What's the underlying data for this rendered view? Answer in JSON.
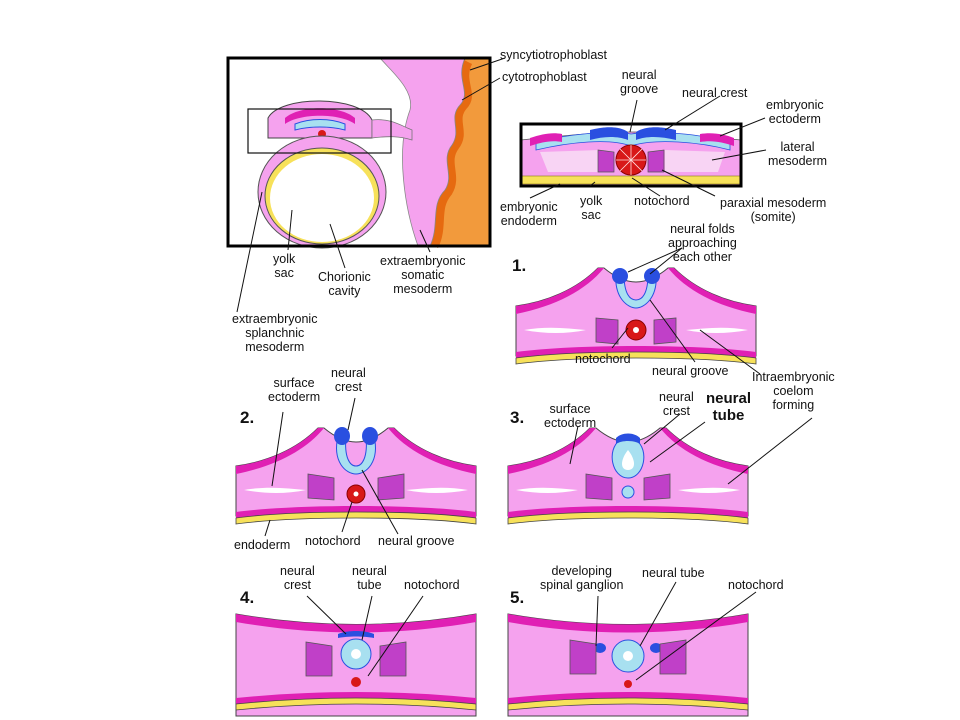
{
  "colors": {
    "pink": "#f5a2ee",
    "magenta": "#e020b4",
    "light_pink": "#f8d4f4",
    "neural_blue": "#2a4fe0",
    "neural_light_blue": "#a8e0f0",
    "notochord_red": "#d81818",
    "yolk_yellow": "#f7e15a",
    "decidua_orange": "#f29a3c",
    "decidua_dark_orange": "#e66a10"
  },
  "labels": {
    "syncytiotrophoblast": "syncytiotrophoblast",
    "cytotrophoblast": "cytotrophoblast",
    "top_neural_groove": "neural\ngroove",
    "top_neural_crest": "neural crest",
    "embryonic_ectoderm": "embryonic\nectoderm",
    "lateral_mesoderm": "lateral\nmesoderm",
    "paraxial_mesoderm": "paraxial mesoderm\n(somite)",
    "top_notochord": "notochord",
    "top_yolk_sac": "yolk\nsac",
    "embryonic_endoderm": "embryonic\nendoderm",
    "yolk_sac": "yolk\nsac",
    "chorionic_cavity": "Chorionic\ncavity",
    "extraembryonic_somatic": "extraembryonic\nsomatic\nmesoderm",
    "extraembryonic_splanchnic": "extraembryonic\nsplanchnic\nmesoderm",
    "neural_folds": "neural folds\napproaching\neach other",
    "s1_notochord": "notochord",
    "s1_neural_groove": "neural groove",
    "intraembryonic_coelom": "Intraembryonic\ncoelom\nforming",
    "s2_surface_ectoderm": "surface\nectoderm",
    "s2_neural_crest": "neural\ncrest",
    "s2_endoderm": "endoderm",
    "s2_notochord": "notochord",
    "s2_neural_groove": "neural groove",
    "s3_surface_ectoderm": "surface\nectoderm",
    "s3_neural_crest": "neural\ncrest",
    "s3_neural_tube": "neural\ntube",
    "s4_neural_crest": "neural\ncrest",
    "s4_neural_tube": "neural\ntube",
    "s4_notochord": "notochord",
    "s5_developing_ganglion": "developing\nspinal ganglion",
    "s5_neural_tube": "neural tube",
    "s5_notochord": "notochord"
  },
  "stages": {
    "s1": "1.",
    "s2": "2.",
    "s3": "3.",
    "s4": "4.",
    "s5": "5."
  }
}
